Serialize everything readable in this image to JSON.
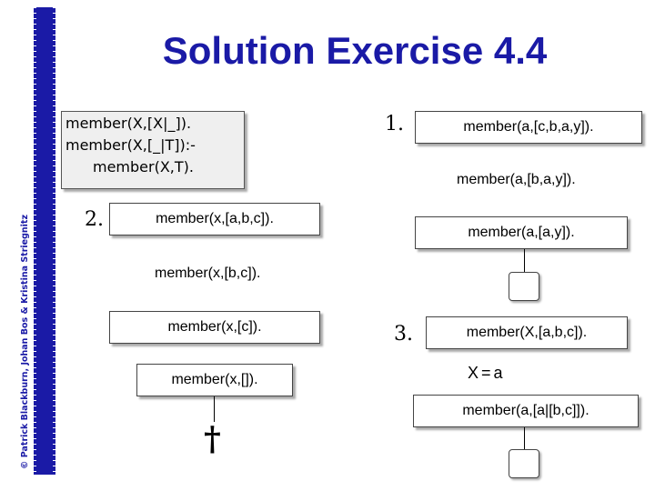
{
  "title": "Solution Exercise 4.4",
  "copyright": "© Patrick Blackburn, Johan Bos & Kristina Striegnitz",
  "program": {
    "line1": "member(X,[X|_]).",
    "line2": "member(X,[_|T]):-",
    "line3": "member(X,T)."
  },
  "query1": {
    "number": "1.",
    "steps": [
      "member(a,[c,b,a,y]).",
      "member(a,[b,a,y]).",
      "member(a,[a,y])."
    ]
  },
  "query2": {
    "number": "2.",
    "steps": [
      "member(x,[a,b,c]).",
      "member(x,[b,c]).",
      "member(x,[c]).",
      "member(x,[])."
    ],
    "fail_symbol": "†"
  },
  "query3": {
    "number": "3.",
    "goal": "member(X,[a,b,c]).",
    "binding": "X=a",
    "next_goal": "member(a,[a|[b,c]])."
  }
}
